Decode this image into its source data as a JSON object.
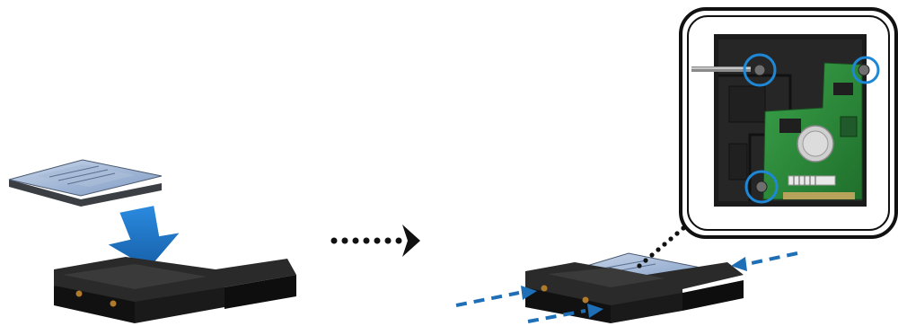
{
  "figure": {
    "step_left": "place-drive-into-bracket",
    "step_right": "slide-bracket-and-fasten",
    "arrow_direction": "right",
    "highlighted_screws": 3,
    "colors": {
      "down_arrow": "#1f78c8",
      "insert_arrow": "#1f6fb7",
      "screw_ring": "#1e88d6",
      "bracket": "#1a1a1a",
      "pcb": "#2f8f3a",
      "drive_label": "#8da6c9"
    },
    "icons": [
      "down-arrow-icon",
      "right-arrow-icon",
      "screw-circle-icon",
      "screwdriver-icon"
    ]
  }
}
